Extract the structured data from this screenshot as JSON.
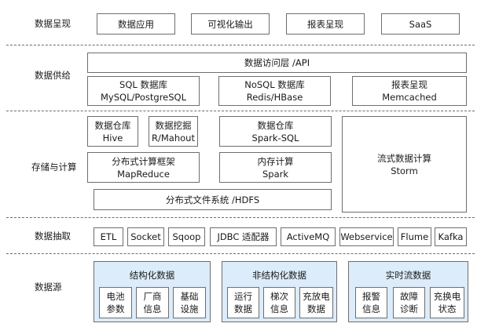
{
  "layers": {
    "presentation": {
      "label": "数据呈现",
      "items": [
        "数据应用",
        "可视化输出",
        "报表呈现",
        "SaaS"
      ]
    },
    "supply": {
      "label": "数据供给",
      "api": "数据访问层 /API",
      "sql": {
        "line1": "SQL 数据库",
        "line2": "MySQL/PostgreSQL"
      },
      "nosql": {
        "line1": "NoSQL 数据库",
        "line2": "Redis/HBase"
      },
      "report": {
        "line1": "报表呈现",
        "line2": "Memcached"
      }
    },
    "storage": {
      "label": "存储与计算",
      "hive": {
        "line1": "数据仓库",
        "line2": "Hive"
      },
      "mahout": {
        "line1": "数据挖掘",
        "line2": "R/Mahout"
      },
      "sparksql": {
        "line1": "数据仓库",
        "line2": "Spark-SQL"
      },
      "mapreduce": {
        "line1": "分布式计算框架",
        "line2": "MapReduce"
      },
      "spark": {
        "line1": "内存计算",
        "line2": "Spark"
      },
      "storm": {
        "line1": "流式数据计算",
        "line2": "Storm"
      },
      "hdfs": "分布式文件系统 /HDFS"
    },
    "extraction": {
      "label": "数据抽取",
      "items": [
        "ETL",
        "Socket",
        "Sqoop",
        "JDBC 适配器",
        "ActiveMQ",
        "Webservice",
        "Flume",
        "Kafka"
      ]
    },
    "sources": {
      "label": "数据源",
      "groups": [
        {
          "title": "结构化数据",
          "items": [
            [
              "电池",
              "参数"
            ],
            [
              "厂商",
              "信息"
            ],
            [
              "基础",
              "设施"
            ]
          ]
        },
        {
          "title": "非结构化数据",
          "items": [
            [
              "运行",
              "数据"
            ],
            [
              "梯次",
              "信息"
            ],
            [
              "充放电",
              "数据"
            ]
          ]
        },
        {
          "title": "实时流数据",
          "items": [
            [
              "报警",
              "信息"
            ],
            [
              "故障",
              "诊断"
            ],
            [
              "充换电",
              "状态"
            ]
          ]
        }
      ]
    }
  },
  "colors": {
    "group_fill": "#dcecfa",
    "border": "#6e6e6e",
    "separator": "#6c6c6c"
  }
}
